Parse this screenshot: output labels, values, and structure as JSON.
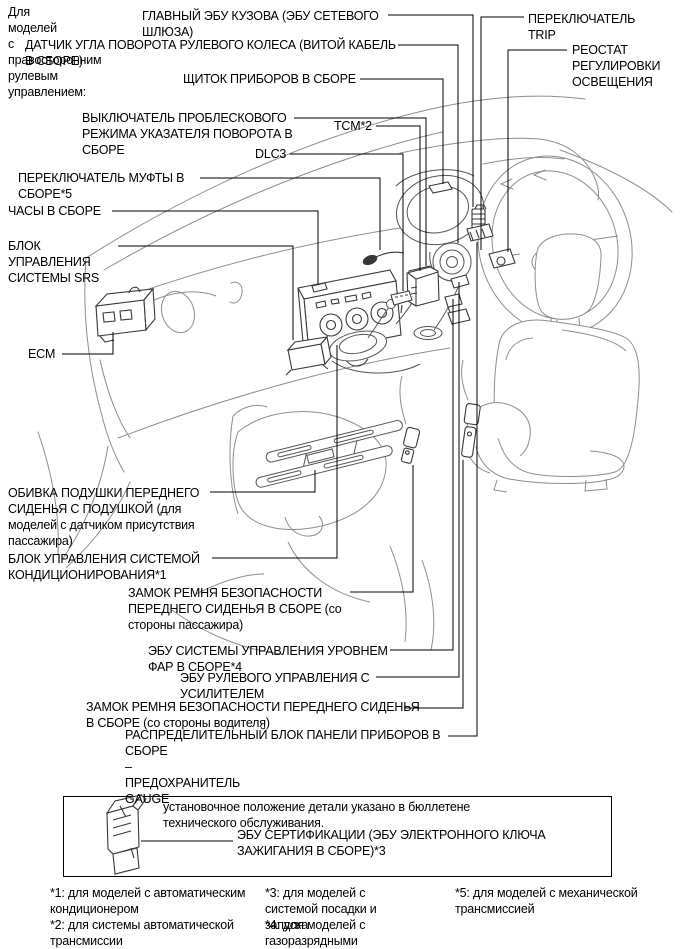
{
  "page": {
    "background": "#ffffff",
    "leader_line_color": "#000000",
    "body_art_color": "#8e8e8e",
    "component_art_color": "#383838"
  },
  "intro_note": "Для\nмоделей\nс\nправосторонним\nрулевым\nуправлением:",
  "callouts": {
    "main_body_ecu": "ГЛАВНЫЙ ЭБУ КУЗОВА (ЭБУ СЕТЕВОГО\nШЛЮЗА)",
    "steering_angle_sensor": "ДАТЧИК УГЛА ПОВОРОТА РУЛЕВОГО КОЛЕСА (ВИТОЙ КАБЕЛЬ\nВ СБОРЕ)",
    "instrument_cluster": "ЩИТОК ПРИБОРОВ В СБОРЕ",
    "flasher_switch": "ВЫКЛЮЧАТЕЛЬ ПРОБЛЕСКОВОГО\nРЕЖИМА УКАЗАТЕЛЯ ПОВОРОТА В\nСБОРЕ",
    "tcm": "TCM*2",
    "dlc3": "DLC3",
    "trip_switch": "ПЕРЕКЛЮЧАТЕЛЬ\nTRIP",
    "light_rheostat": "РЕОСТАТ\nРЕГУЛИРОВКИ\nОСВЕЩЕНИЯ",
    "clutch_switch": "ПЕРЕКЛЮЧАТЕЛЬ МУФТЫ В\nСБОРЕ*5",
    "clock": "ЧАСЫ В СБОРЕ",
    "srs_unit": "БЛОК\nУПРАВЛЕНИЯ\nСИСТЕМЫ SRS",
    "ecm": "ECM",
    "seat_cushion": "ОБИВКА ПОДУШКИ ПЕРЕДНЕГО\nСИДЕНЬЯ С ПОДУШКОЙ (для\nмоделей с датчиком присутствия\nпассажира)",
    "ac_amplifier": "БЛОК УПРАВЛЕНИЯ СИСТЕМОЙ\nКОНДИЦИОНИРОВАНИЯ*1",
    "belt_buckle_passenger": "ЗАМОК РЕМНЯ БЕЗОПАСНОСТИ\nПЕРЕДНЕГО СИДЕНЬЯ В СБОРЕ (со\nстороны пассажира)",
    "headlight_leveling_ecu": "ЭБУ СИСТЕМЫ УПРАВЛЕНИЯ УРОВНЕМ\nФАР В СБОРЕ*4",
    "power_steering_ecu": "ЭБУ РУЛЕВОГО УПРАВЛЕНИЯ С\nУСИЛИТЕЛЕМ",
    "belt_buckle_driver": "ЗАМОК РЕМНЯ БЕЗОПАСНОСТИ ПЕРЕДНЕГО СИДЕНЬЯ\nВ СБОРЕ (со стороны водителя)",
    "junction_block": "РАСПРЕДЕЛИТЕЛЬНЫЙ БЛОК ПАНЕЛИ ПРИБОРОВ В\nСБОРЕ\n–\nПРЕДОХРАНИТЕЛЬ\nGAUGE"
  },
  "inset_box": {
    "note": "установочное положение детали указано в бюллетене\nтехнического обслуживания.",
    "certification_ecu": "ЭБУ СЕРТИФИКАЦИИ (ЭБУ ЭЛЕКТРОННОГО КЛЮЧА\nЗАЖИГАНИЯ В СБОРЕ)*3"
  },
  "footnotes": {
    "f1": "*1: для моделей с автоматическим\nкондиционером",
    "f2": "*2: для системы автоматической\nтрансмиссии",
    "f3": "*3: для моделей с\nсистемой посадки и\nзапуска",
    "f4": "*4: для моделей с\nгазоразрядными",
    "f5": "*5: для моделей с механической\nтрансмиссией"
  }
}
